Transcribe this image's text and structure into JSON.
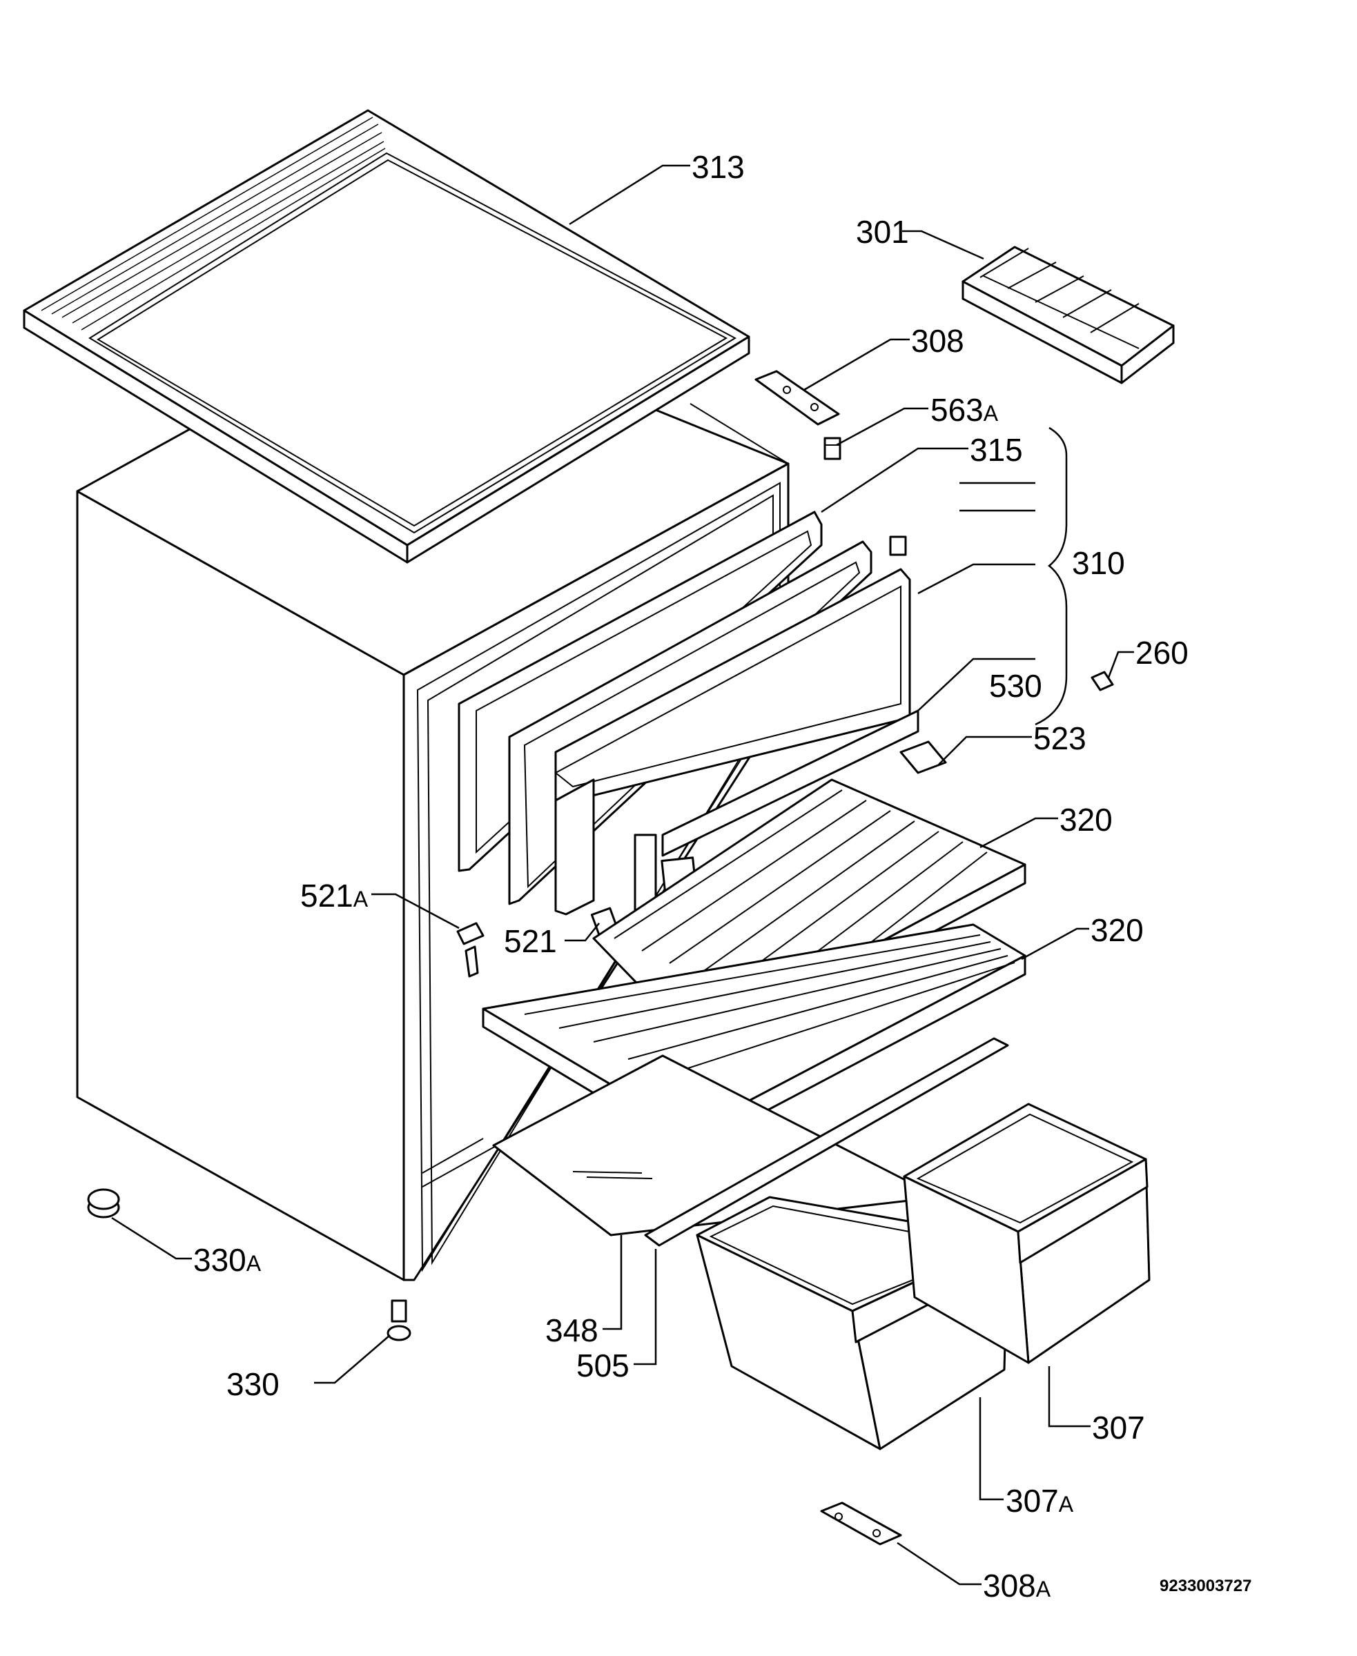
{
  "document_number": "9233003727",
  "callouts": {
    "c313": {
      "num": "313",
      "suffix": ""
    },
    "c301": {
      "num": "301",
      "suffix": ""
    },
    "c308": {
      "num": "308",
      "suffix": ""
    },
    "c563a": {
      "num": "563",
      "suffix": "A"
    },
    "c315": {
      "num": "315",
      "suffix": ""
    },
    "c310": {
      "num": "310",
      "suffix": ""
    },
    "c260": {
      "num": "260",
      "suffix": ""
    },
    "c530": {
      "num": "530",
      "suffix": ""
    },
    "c523": {
      "num": "523",
      "suffix": ""
    },
    "c320a": {
      "num": "320",
      "suffix": ""
    },
    "c521a": {
      "num": "521",
      "suffix": "A"
    },
    "c521": {
      "num": "521",
      "suffix": ""
    },
    "c320b": {
      "num": "320",
      "suffix": ""
    },
    "c330a": {
      "num": "330",
      "suffix": "A"
    },
    "c348": {
      "num": "348",
      "suffix": ""
    },
    "c505": {
      "num": "505",
      "suffix": ""
    },
    "c330": {
      "num": "330",
      "suffix": ""
    },
    "c307": {
      "num": "307",
      "suffix": ""
    },
    "c307a": {
      "num": "307",
      "suffix": "A"
    },
    "c308a": {
      "num": "308",
      "suffix": "A"
    }
  }
}
